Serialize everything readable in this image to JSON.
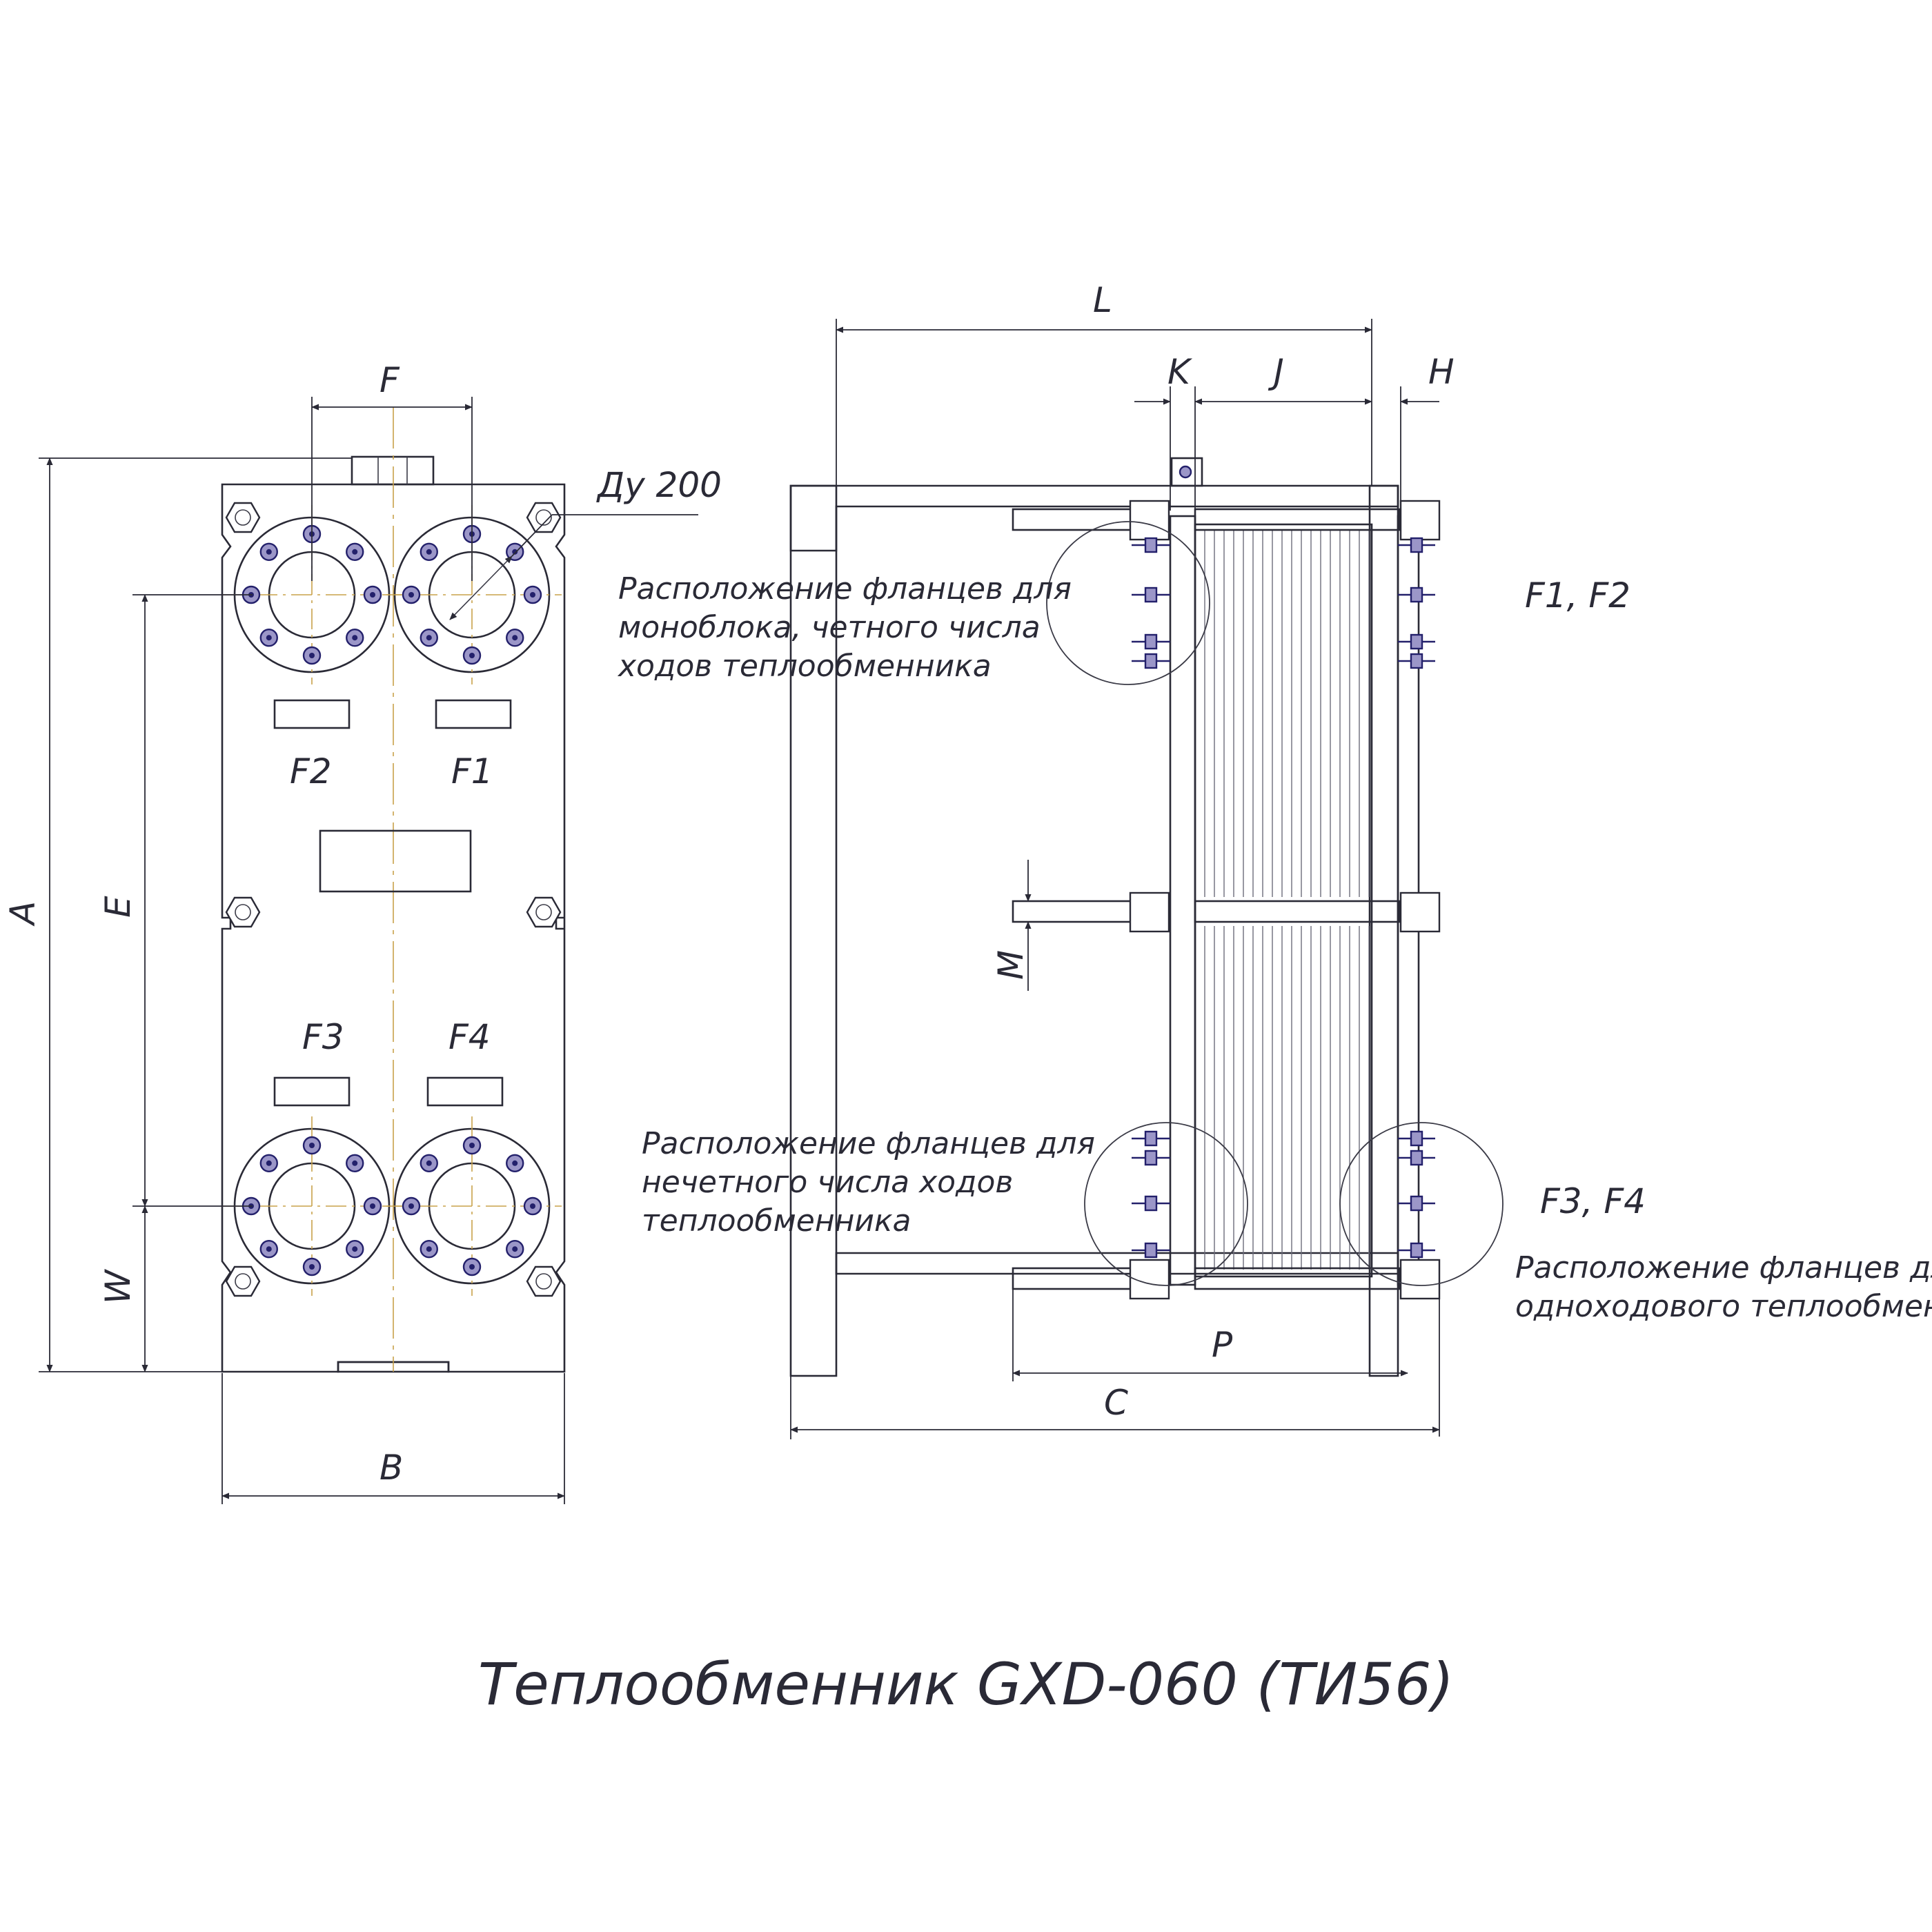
{
  "title": "Теплообменник GXD-060 (ТИ56)",
  "front_view": {
    "dims": {
      "A": "A",
      "B": "B",
      "E": "E",
      "F": "F",
      "W": "W"
    },
    "nominal_diameter": "Ду 200",
    "ports": {
      "F1": "F1",
      "F2": "F2",
      "F3": "F3",
      "F4": "F4"
    }
  },
  "side_view": {
    "dims": {
      "L": "L",
      "K": "K",
      "J": "J",
      "H": "H",
      "M": "M",
      "P": "P",
      "C": "C"
    },
    "port_labels": {
      "top": "F1, F2",
      "bottom": "F3, F4"
    },
    "notes": {
      "even_passes": [
        "Расположение фланцев для",
        "моноблока, четного числа",
        "ходов теплообменника"
      ],
      "odd_passes": [
        "Расположение фланцев для",
        "нечетного числа ходов",
        "теплообменника"
      ],
      "single_pass": [
        "Расположение фланцев для",
        "одноходового теплообменника"
      ]
    }
  },
  "colors": {
    "line": "#2a2a36",
    "bolt": "#23206b",
    "axis": "#c8a24a"
  }
}
